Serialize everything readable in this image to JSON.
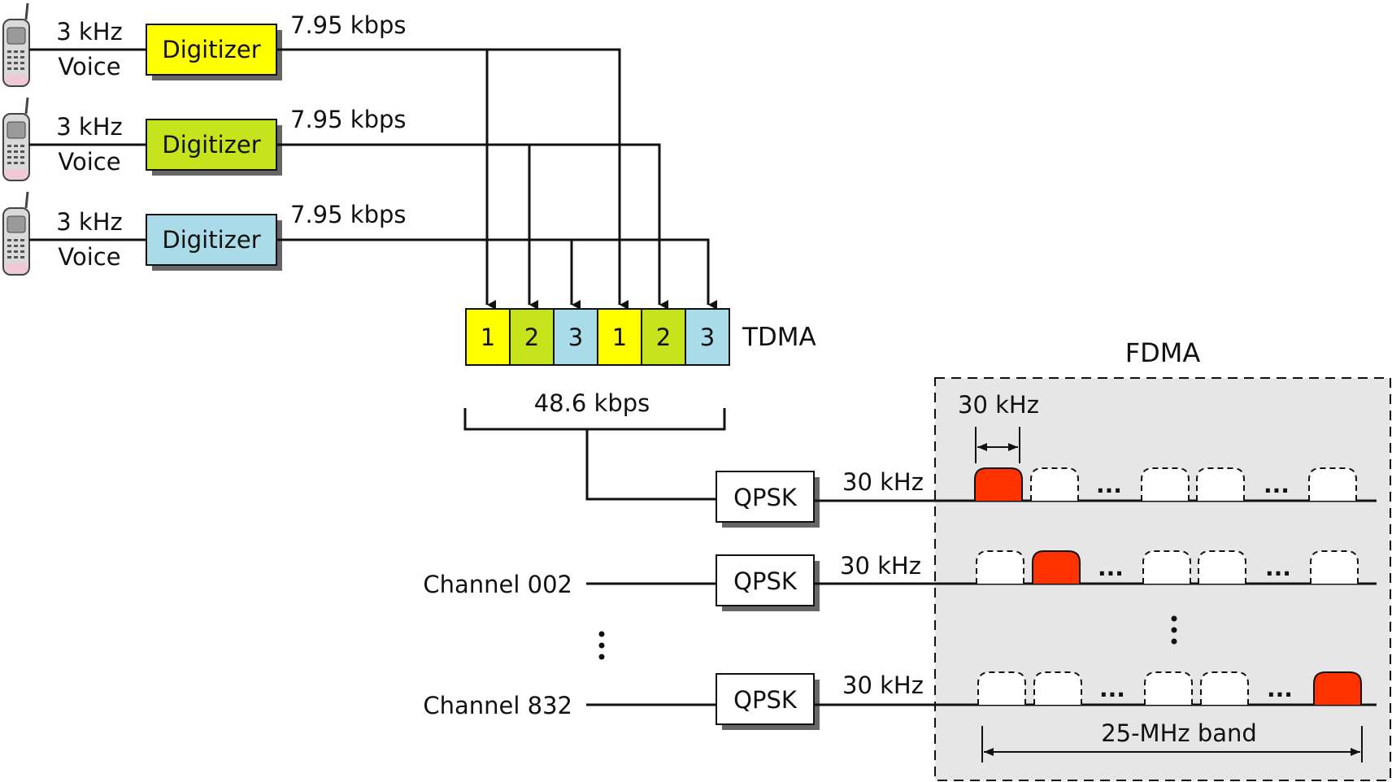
{
  "voice_inputs": [
    {
      "label_freq": "3 kHz",
      "label_kind": "Voice",
      "digitizer": "Digitizer",
      "rate": "7.95 kbps",
      "color": "#ffff00"
    },
    {
      "label_freq": "3 kHz",
      "label_kind": "Voice",
      "digitizer": "Digitizer",
      "rate": "7.95 kbps",
      "color": "#c6e41b"
    },
    {
      "label_freq": "3 kHz",
      "label_kind": "Voice",
      "digitizer": "Digitizer",
      "rate": "7.95 kbps",
      "color": "#a9dbe8"
    }
  ],
  "tdma": {
    "label": "TDMA",
    "slots": [
      "1",
      "2",
      "3",
      "1",
      "2",
      "3"
    ],
    "rate": "48.6 kbps"
  },
  "modulators": [
    {
      "channel_label": "",
      "box": "QPSK",
      "bandwidth": "30 kHz"
    },
    {
      "channel_label": "Channel 002",
      "box": "QPSK",
      "bandwidth": "30 kHz"
    },
    {
      "channel_label": "Channel 832",
      "box": "QPSK",
      "bandwidth": "30 kHz"
    }
  ],
  "fdma": {
    "label": "FDMA",
    "channel_width": "30 kHz",
    "band_label": "25-MHz band",
    "active_slot_color": "#ff3300",
    "region_color": "#e6e6e6"
  },
  "ellipsis": "...",
  "icons": [
    "cell-phone-icon",
    "arrow-icon"
  ]
}
